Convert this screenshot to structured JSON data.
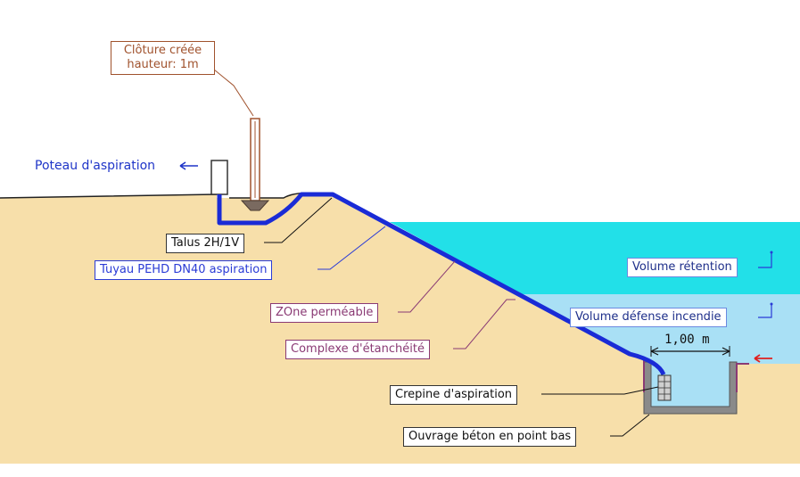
{
  "labels": {
    "cloture_line1": "Clôture créée",
    "cloture_line2": "hauteur: 1m",
    "poteau": "Poteau d'aspiration",
    "talus": "Talus 2H/1V",
    "tuyau": "Tuyau PEHD DN40 aspiration",
    "zone": "ZOne perméable",
    "complexe": "Complexe d'étanchéité",
    "volume_retention": "Volume rétention",
    "volume_defense": "Volume défense incendie",
    "dimension": "1,00  m",
    "crepine": "Crepine d'aspiration",
    "ouvrage": "Ouvrage béton en point bas"
  },
  "colors": {
    "ground": "#f7dfaa",
    "retention_water": "#22e0e8",
    "defense_water": "#a9e0f5",
    "pipe": "#1a2bd6",
    "fence": "#a0522d",
    "liner": "#8a3a74",
    "concrete": "#8a8a8a",
    "inflow_arrow": "#e02020"
  }
}
